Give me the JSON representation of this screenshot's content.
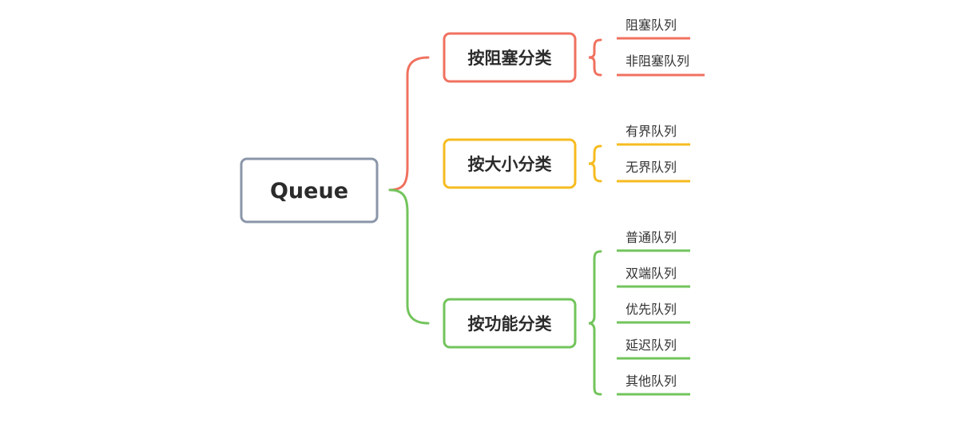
{
  "root": {
    "label": "Queue",
    "color": "#8a96a8"
  },
  "branches": [
    {
      "label": "按阻塞分类",
      "color": "#f0715f",
      "leaves": [
        "阻塞队列",
        "非阻塞队列"
      ]
    },
    {
      "label": "按大小分类",
      "color": "#f6bb1f",
      "leaves": [
        "有界队列",
        "无界队列"
      ]
    },
    {
      "label": "按功能分类",
      "color": "#72c45b",
      "leaves": [
        "普通队列",
        "双端队列",
        "优先队列",
        "延迟队列",
        "其他队列"
      ]
    }
  ]
}
